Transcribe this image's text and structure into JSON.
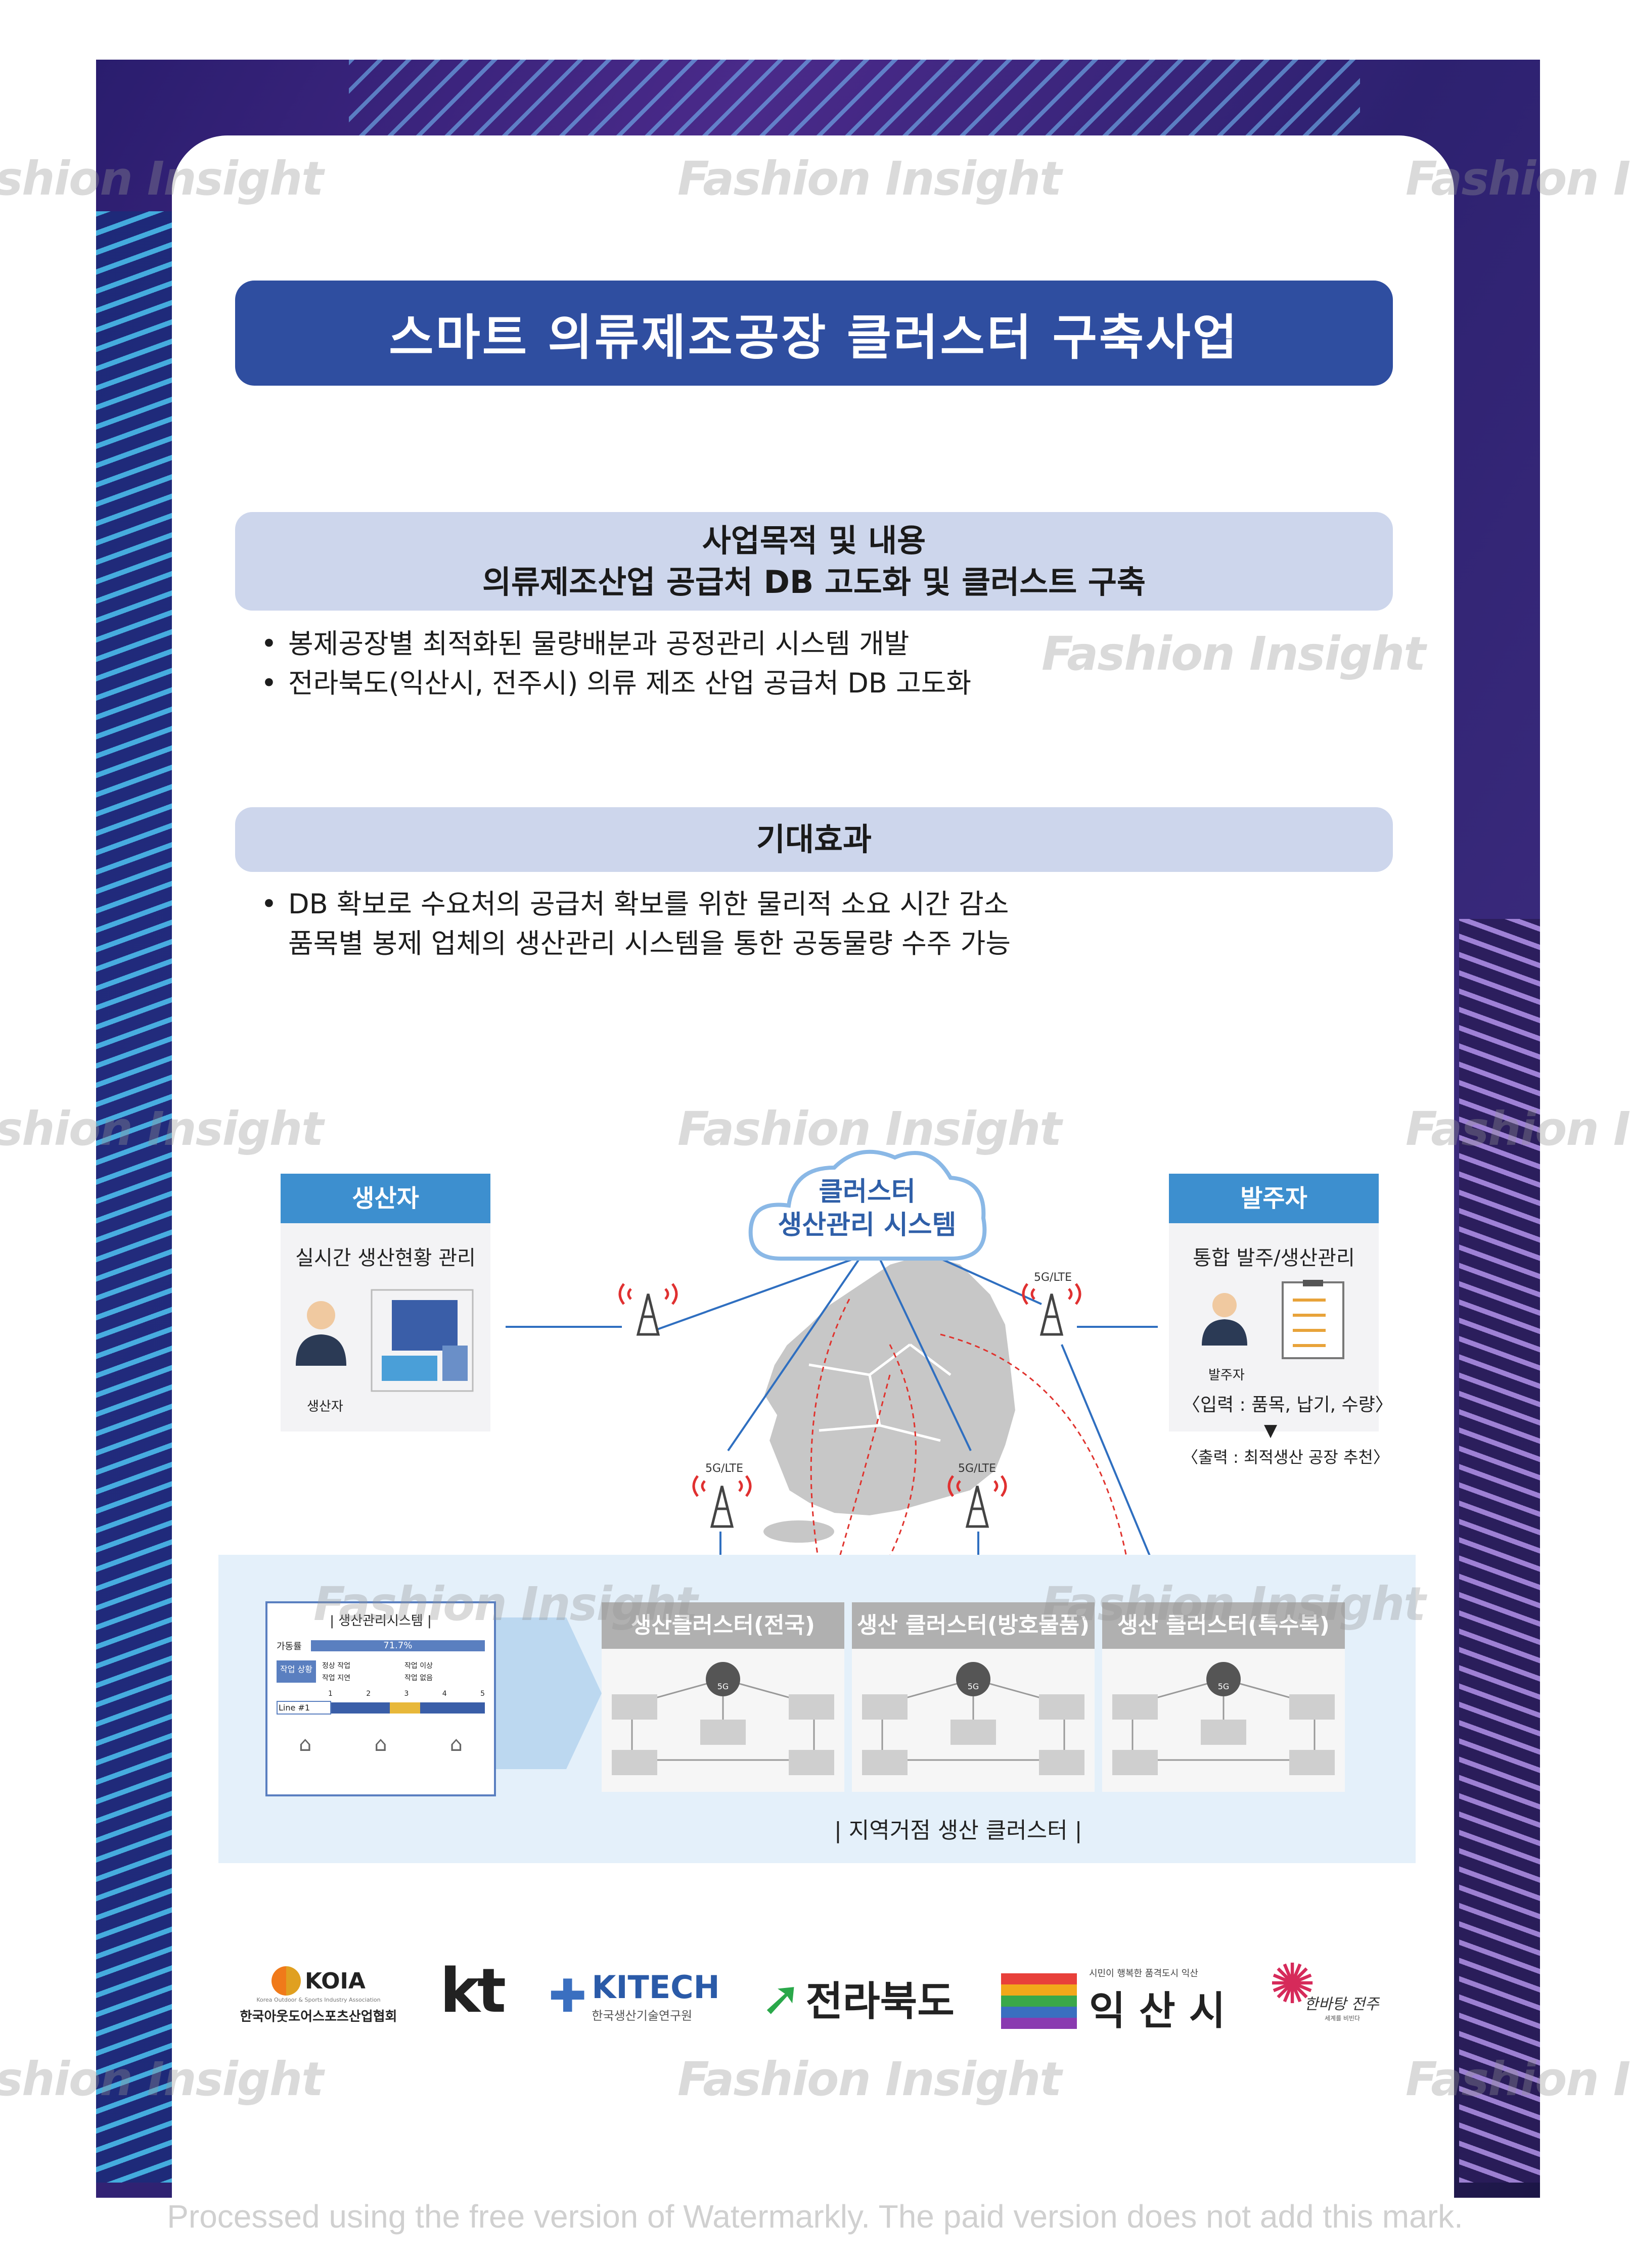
{
  "title": "스마트 의류제조공장 클러스터 구축사업",
  "purpose": {
    "heading_line1": "사업목적 및 내용",
    "heading_line2": "의류제조산업 공급처 DB 고도화 및 클러스트 구축",
    "bullets": [
      "봉제공장별 최적화된 물량배분과 공정관리 시스템 개발",
      "전라북도(익산시, 전주시) 의류 제조 산업 공급처 DB 고도화"
    ]
  },
  "effects": {
    "heading": "기대효과",
    "line1": "DB 확보로 수요처의 공급처 확보를 위한 물리적 소요 시간 감소",
    "line2": "품목별 봉제 업체의 생산관리 시스템을 통한 공동물량 수주 가능"
  },
  "diagram": {
    "producer": {
      "title": "생산자",
      "subtitle": "실시간 생산현황 관리",
      "person_label": "생산자"
    },
    "client": {
      "title": "발주자",
      "subtitle": "통합 발주/생산관리",
      "person_label": "발주자",
      "input": "〈입력 : 품목, 납기, 수량〉",
      "output": "〈출력 : 최적생산 공장 추천〉"
    },
    "cloud_line1": "클러스터",
    "cloud_line2": "생산관리 시스템",
    "tower_label": "5G/LTE",
    "mini_system": {
      "title": "| 생산관리시스템 |",
      "rate_label": "가동률",
      "rate_value": "71.7%",
      "status_label": "작업 상황",
      "legend": [
        "정상 작업",
        "작업 이상",
        "작업 지연",
        "작업 없음"
      ],
      "line_label": "Line #1",
      "line_ticks": [
        "1",
        "2",
        "3",
        "4",
        "5"
      ]
    },
    "clusters": [
      "생산클러스터(전국)",
      "생산 클러스터(방호물품)",
      "생산 클러스터(특수복)"
    ],
    "badge": "5G",
    "caption": "| 지역거점 생산 클러스터 |"
  },
  "logos": {
    "koia_mark": "KOIA",
    "koia_small": "Korea Outdoor & Sports Industry Association",
    "koia_name": "한국아웃도어스포츠산업협회",
    "kt": "kt",
    "kitech": "KITECH",
    "kitech_sub": "한국생산기술연구원",
    "jeonbuk": "전라북도",
    "iksan_slogan": "시민이 행복한 품격도시 익산",
    "iksan": "익 산 시",
    "jeonju": "한바탕 전주",
    "jeonju_sub": "세계를 비빈다"
  },
  "watermark": "Fashion Insight",
  "footer_watermark": "Processed using the free version of Watermarkly. The paid version does not add this mark.",
  "colors": {
    "title_bar": "#2f4ea0",
    "section_head": "#cdd6ec",
    "role_head": "#3d8fcf",
    "cluster_bg": "#e4f0fa",
    "frame": "#2d2170"
  }
}
